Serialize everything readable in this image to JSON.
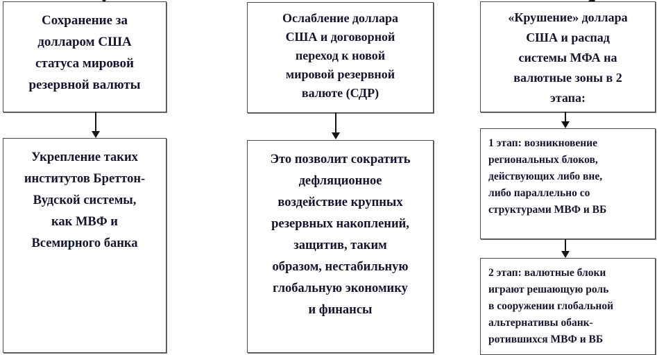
{
  "diagram": {
    "title": "Scenarios of world reserve currency development",
    "orientation": "three-column flowchart",
    "box_border_color": "#4a4a4a",
    "text_color": "#141432",
    "background_color": "#ffffff",
    "columns": [
      {
        "id": "column-1",
        "boxes": [
          {
            "id": "c1-r1",
            "align": "center",
            "lines": [
              "Сохранение за",
              "долларом США",
              "статуса мировой",
              "резервной валюты"
            ]
          },
          {
            "id": "c1-r2",
            "align": "center",
            "lines": [
              "Укрепление таких",
              "институтов Бреттон-",
              "Вудской системы,",
              "как МВФ и",
              "Всемирного банка"
            ]
          }
        ]
      },
      {
        "id": "column-2",
        "boxes": [
          {
            "id": "c2-r1",
            "align": "center",
            "lines": [
              "Ослабление доллара",
              "США и договорной",
              "переход к новой",
              "мировой резервной",
              "валюте (СДР)"
            ]
          },
          {
            "id": "c2-r2",
            "align": "center",
            "lines": [
              "Это позволит сократить",
              "дефляционное",
              "воздействие крупных",
              "резервных накоплений,",
              "защитив, таким",
              "образом, нестабильную",
              "глобальную экономику",
              "и финансы"
            ]
          }
        ]
      },
      {
        "id": "column-3",
        "boxes": [
          {
            "id": "c3-r1",
            "align": "center",
            "lines": [
              "«Крушение» доллара",
              "США и распад",
              "системы МФА на",
              "валютные зоны в 2",
              "этапа:"
            ]
          },
          {
            "id": "c3-r2",
            "align": "left",
            "lines": [
              "1 этап: возникновение",
              "региональных блоков,",
              "действующих либо вне,",
              "либо параллельно со",
              "структурами МВФ и ВБ"
            ]
          },
          {
            "id": "c3-r3",
            "align": "left",
            "lines": [
              "2 этап: валютные блоки",
              "играют решающую роль",
              "в сооружении глобальной",
              "альтернативы обанк-",
              "ротившихся МВФ и ВБ"
            ]
          }
        ]
      }
    ],
    "connectors": [
      {
        "id": "arrow-c1",
        "from": "c1-r1",
        "to": "c1-r2",
        "direction": "down"
      },
      {
        "id": "arrow-c2",
        "from": "c2-r1",
        "to": "c2-r2",
        "direction": "down"
      },
      {
        "id": "arrow-c3a",
        "from": "c3-r1",
        "to": "c3-r2",
        "direction": "down"
      },
      {
        "id": "arrow-c3b",
        "from": "c3-r2",
        "to": "c3-r3",
        "direction": "down"
      }
    ]
  }
}
